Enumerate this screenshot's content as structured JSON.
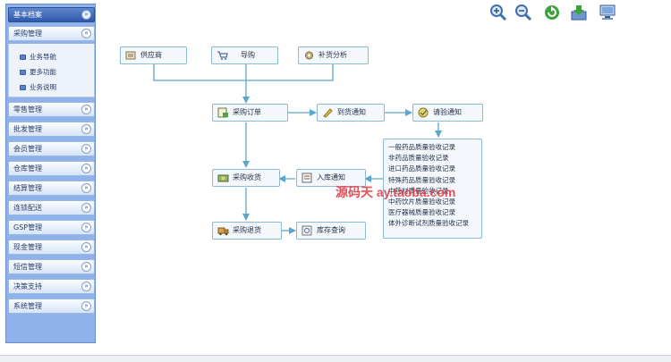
{
  "sidebar": {
    "sections": [
      {
        "label": "基本档案",
        "state": "collapsed",
        "active": true
      },
      {
        "label": "采购管理",
        "state": "expanded",
        "active": false
      },
      {
        "label": "零售管理",
        "state": "collapsed"
      },
      {
        "label": "批发管理",
        "state": "collapsed"
      },
      {
        "label": "会员管理",
        "state": "collapsed"
      },
      {
        "label": "仓库管理",
        "state": "collapsed"
      },
      {
        "label": "结算管理",
        "state": "collapsed"
      },
      {
        "label": "连锁配送",
        "state": "collapsed"
      },
      {
        "label": "GSP管理",
        "state": "collapsed"
      },
      {
        "label": "现金管理",
        "state": "collapsed"
      },
      {
        "label": "短信管理",
        "state": "collapsed"
      },
      {
        "label": "决策支持",
        "state": "collapsed"
      },
      {
        "label": "系统管理",
        "state": "collapsed"
      }
    ],
    "submenu": [
      "业务导航",
      "更多功能",
      "业务说明"
    ]
  },
  "toolbar": {
    "icons": [
      "zoom-in-icon",
      "zoom-out-icon",
      "refresh-icon",
      "download-icon",
      "monitor-icon"
    ]
  },
  "flow": {
    "nodes": {
      "supplier": "供应商",
      "guide": "导购",
      "restock": "补货分析",
      "purchase_order": "采购订单",
      "arrival_notice": "到货通知",
      "inspection_notice": "请验通知",
      "purchase_receipt": "采购收货",
      "storage_notice": "入库通知",
      "purchase_return": "采购退货",
      "stock_query": "库存查询"
    },
    "records": [
      "一般药品质量验收记录",
      "非药品质量验收记录",
      "进口药品质量验收记录",
      "特殊药品质量验收记录",
      "中药材质量验收记录",
      "中药饮片质量验收记录",
      "医疗器械质量验收记录",
      "体外诊断试剂质量验收记录"
    ]
  },
  "watermark": "源码天       ay.taoba.com",
  "colors": {
    "sidebar_bg": "#8fb2ea",
    "active_header": "#2f59a8",
    "connector": "#5aa6cf",
    "node_border": "#8dbad8"
  }
}
